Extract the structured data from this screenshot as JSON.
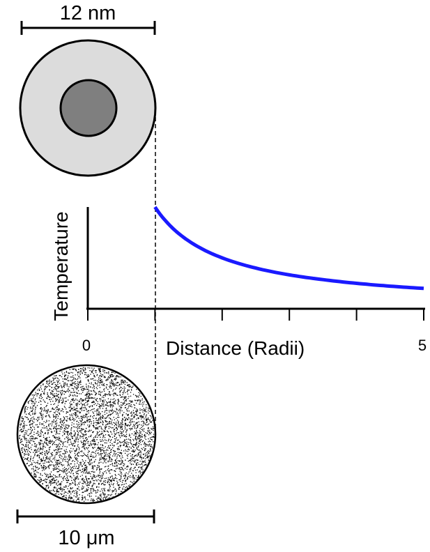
{
  "top_scale": {
    "label": "12 nm"
  },
  "bottom_scale": {
    "label": "10 μm"
  },
  "nanoparticle": {
    "shell_color": "#dcdcdc",
    "core_color": "#7f7f7f"
  },
  "microparticle": {
    "dot_color": "#000000"
  },
  "chart_data": {
    "type": "line",
    "ylabel": "Temperature",
    "xlabel": "Distance (Radii)",
    "x_tick_labels": [
      "0",
      "5"
    ],
    "xlim": [
      0,
      5
    ],
    "x_ticks": [
      0,
      1,
      2,
      3,
      4,
      5
    ],
    "grid": false,
    "series": [
      {
        "color": "#1a1aff",
        "x": [
          1,
          1.25,
          1.5,
          2,
          2.5,
          3,
          3.5,
          4,
          4.5,
          5
        ],
        "y": [
          1.0,
          0.8,
          0.667,
          0.5,
          0.4,
          0.333,
          0.286,
          0.25,
          0.222,
          0.2
        ]
      }
    ]
  }
}
